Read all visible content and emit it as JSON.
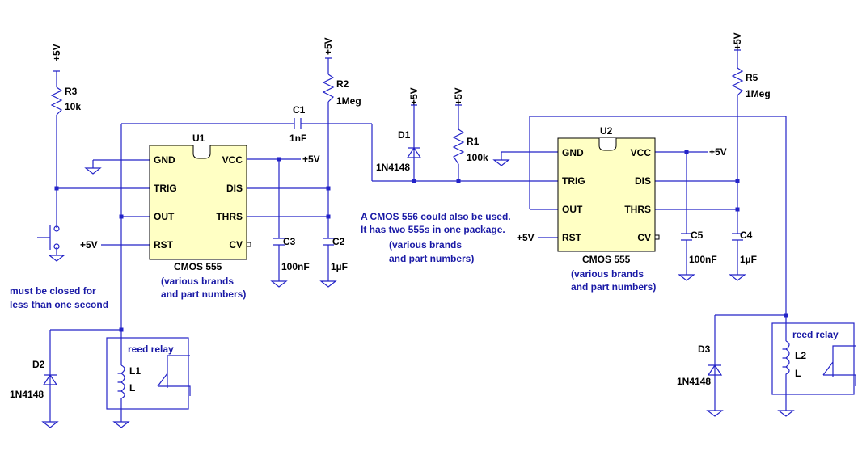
{
  "supply": "+5V",
  "components": {
    "r1": {
      "ref": "R1",
      "value": "100k"
    },
    "r2": {
      "ref": "R2",
      "value": "1Meg"
    },
    "r3": {
      "ref": "R3",
      "value": "10k"
    },
    "r5": {
      "ref": "R5",
      "value": "1Meg"
    },
    "c1": {
      "ref": "C1",
      "value": "1nF"
    },
    "c2": {
      "ref": "C2",
      "value": "1µF"
    },
    "c3": {
      "ref": "C3",
      "value": "100nF"
    },
    "c4": {
      "ref": "C4",
      "value": "1µF"
    },
    "c5": {
      "ref": "C5",
      "value": "100nF"
    },
    "d1": {
      "ref": "D1",
      "value": "1N4148"
    },
    "d2": {
      "ref": "D2",
      "value": "1N4148"
    },
    "d3": {
      "ref": "D3",
      "value": "1N4148"
    },
    "l1": {
      "ref": "L1",
      "value": "L"
    },
    "l2": {
      "ref": "L2",
      "value": "L"
    }
  },
  "chips": {
    "u1": {
      "ref": "U1",
      "name": "CMOS 555",
      "sub1": "(various brands",
      "sub2": "and part numbers)"
    },
    "u2": {
      "ref": "U2",
      "name": "CMOS 555",
      "sub1": "(various brands",
      "sub2": "and part numbers)"
    }
  },
  "pins": {
    "gnd": "GND",
    "trig": "TRIG",
    "out": "OUT",
    "rst": "RST",
    "vcc": "VCC",
    "dis": "DIS",
    "thrs": "THRS",
    "cv": "CV"
  },
  "relay_label": "reed relay",
  "notes": {
    "switch1": "must be closed for",
    "switch2": "less than one second",
    "cmos556_1": "A CMOS 556 could also be used.",
    "cmos556_2": "It has two 555s in one package.",
    "brands1": "(various brands",
    "brands2": "and part numbers)"
  },
  "colors": {
    "wire": "#2323c8",
    "chip_fill": "#ffffc4",
    "note_text": "#1a1aa6"
  }
}
